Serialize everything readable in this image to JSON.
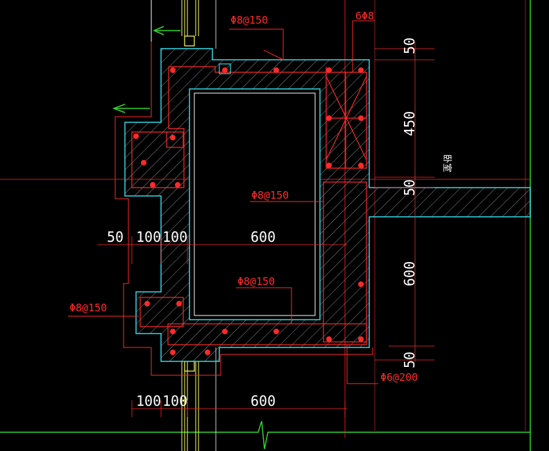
{
  "colors": {
    "background": "#000000",
    "red": "#ff2a2a",
    "green": "#2fd62f",
    "cyan": "#35d7e6",
    "white": "#ffffff",
    "yellow": "#ffff00",
    "hatch": "#9aa0a0"
  },
  "labels": {
    "rebar_top": "Φ8@150",
    "stirrup_corner": "6Φ8",
    "rebar_mid": "Φ8@150",
    "rebar_inner": "Φ8@150",
    "rebar_left": "Φ8@150",
    "stirrup_bottom": "Φ6@200",
    "room": "卧室"
  },
  "dimensions": {
    "top_row": [
      "50",
      "100",
      "100",
      "600"
    ],
    "bottom_row": [
      "100",
      "100",
      "600"
    ],
    "right_column": [
      "50",
      "450",
      "50",
      "600",
      "50"
    ]
  }
}
